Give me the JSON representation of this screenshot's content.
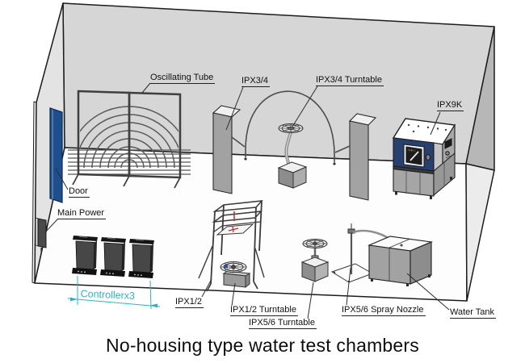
{
  "title": {
    "caption": "No-housing type water test chambers"
  },
  "labels": {
    "oscillating_tube": "Oscillating Tube",
    "ipx34": "IPX3/4",
    "ipx34_turntable": "IPX3/4 Turntable",
    "ipx9k": "IPX9K",
    "door": "Door",
    "main_power": "Main Power",
    "controller_dimension": "Controllerx3",
    "ipx12": "IPX1/2",
    "ipx12_turntable": "IPX1/2 Turntable",
    "ipx56_turntable": "IPX5/6 Turntable",
    "ipx56_spray_nozzle": "IPX5/6 Spray Nozzle",
    "water_tank": "Water Tank"
  },
  "colors": {
    "back_wall": "#d6d6d6",
    "left_wall": "#e3e3e3",
    "right_wall": "#b7b7b7",
    "floor": "#fdfdfd",
    "floor_side": "#ececec",
    "door_blue": "#1d4f8c",
    "ipx9k_blue": "#27406e",
    "dimension_teal": "#2fb3c4",
    "equipment_gray": "#a2a2a2",
    "equipment_gray_dark": "#8d8d8d",
    "equipment_top": "#f0f0f0",
    "controller_dark": "#474747",
    "red_accent": "#c62828"
  }
}
